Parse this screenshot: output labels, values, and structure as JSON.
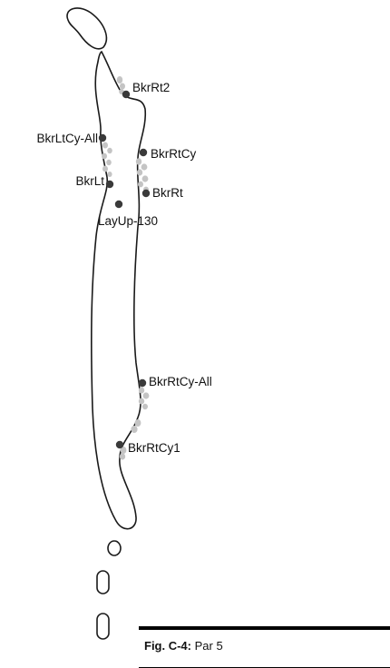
{
  "figure": {
    "label": "Fig. C-4:",
    "caption": "Par 5"
  },
  "markers": {
    "bkr_rt2": "BkrRt2",
    "bkr_lt_cy_all": "BkrLtCy-All",
    "bkr_rt_cy": "BkrRtCy",
    "bkr_lt": "BkrLt",
    "bkr_rt": "BkrRt",
    "lay_up_130": "LayUp-130",
    "bkr_rt_cy_all": "BkrRtCy-All",
    "bkr_rt_cy1": "BkrRtCy1"
  },
  "colors": {
    "outline": "#1a1a1a",
    "marker": "#3a3a3a",
    "bunker": "#c4c4c4"
  }
}
